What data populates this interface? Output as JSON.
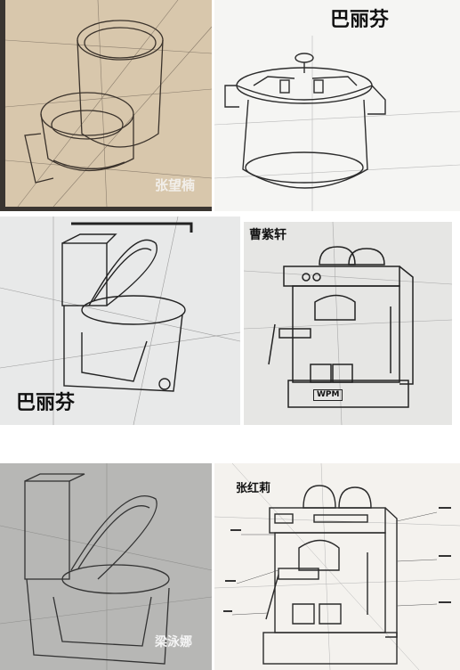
{
  "panels": [
    {
      "subject": "air-fryer-sketch",
      "author": "张望楠"
    },
    {
      "subject": "pressure-cooker-sketch",
      "author": "巴丽芬"
    },
    {
      "subject": "toilet-sketch",
      "author": "巴丽芬"
    },
    {
      "subject": "espresso-machine-sketch",
      "author": "曹紫轩",
      "badge": "WPM"
    },
    {
      "subject": "toilet-sketch",
      "author": "梁泳娜"
    },
    {
      "subject": "espresso-machine-sketch",
      "author": "张红莉"
    }
  ]
}
